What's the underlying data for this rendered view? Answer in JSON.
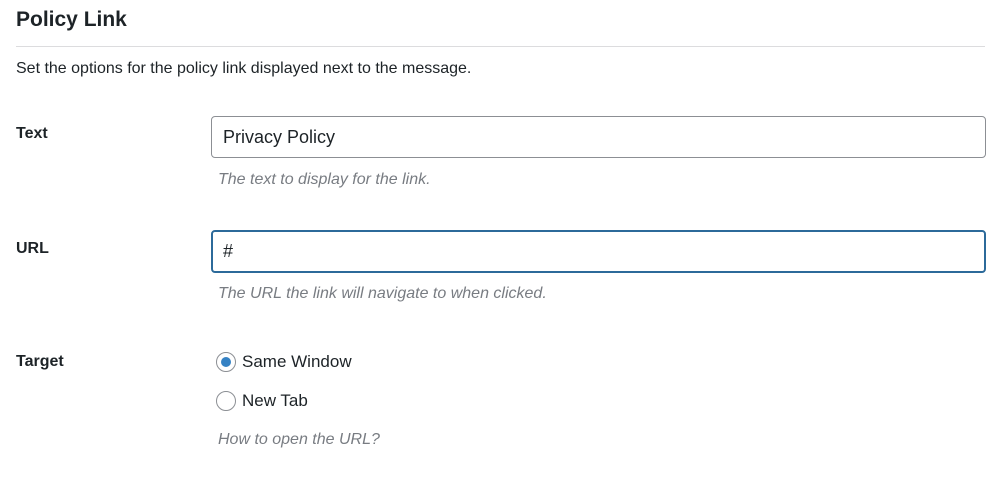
{
  "section": {
    "title": "Policy Link",
    "description": "Set the options for the policy link displayed next to the message."
  },
  "fields": {
    "text": {
      "label": "Text",
      "value": "Privacy Policy",
      "hint": "The text to display for the link."
    },
    "url": {
      "label": "URL",
      "value": "#",
      "hint": "The URL the link will navigate to when clicked."
    },
    "target": {
      "label": "Target",
      "options": [
        {
          "label": "Same Window",
          "checked": true
        },
        {
          "label": "New Tab",
          "checked": false
        }
      ],
      "hint": "How to open the URL?"
    }
  },
  "colors": {
    "focus_border": "#2c6a9a",
    "radio_checked": "#3582c4",
    "hint_text": "#787c82"
  }
}
